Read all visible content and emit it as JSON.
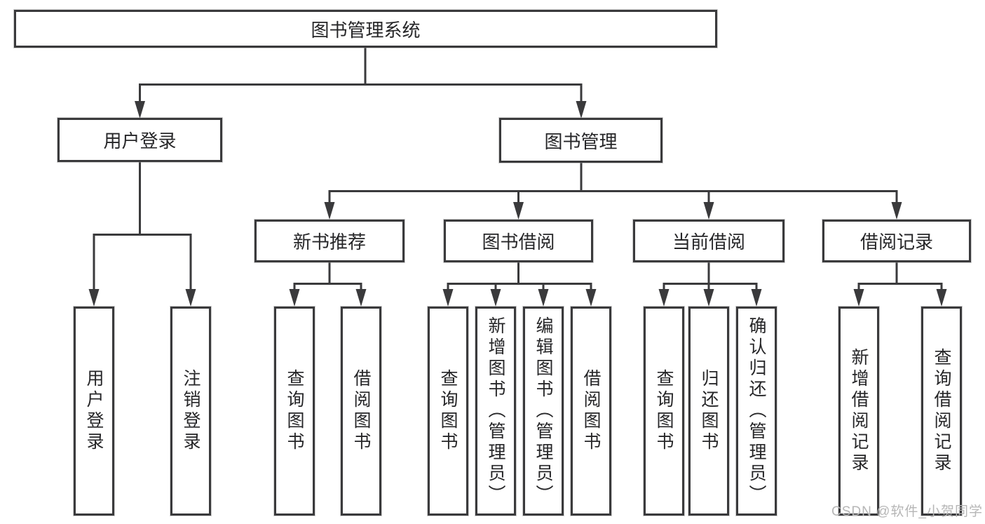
{
  "diagram": {
    "root": {
      "label": "图书管理系统"
    },
    "user_login": {
      "label": "用户登录",
      "children": {
        "login": {
          "label": "用户登录"
        },
        "logout": {
          "label": "注销登录"
        }
      }
    },
    "book_mgmt": {
      "label": "图书管理",
      "children": {
        "new_books": {
          "label": "新书推荐",
          "children": {
            "query": {
              "label": "查询图书"
            },
            "borrow": {
              "label": "借阅图书"
            }
          }
        },
        "book_borrow": {
          "label": "图书借阅",
          "children": {
            "query": {
              "label": "查询图书"
            },
            "add": {
              "label": "新增图书（管理员）"
            },
            "edit": {
              "label": "编辑图书（管理员）"
            },
            "borrow": {
              "label": "借阅图书"
            }
          }
        },
        "current_borrow": {
          "label": "当前借阅",
          "children": {
            "query": {
              "label": "查询图书"
            },
            "return": {
              "label": "归还图书"
            },
            "confirm": {
              "label": "确认归还（管理员）"
            }
          }
        },
        "borrow_records": {
          "label": "借阅记录",
          "children": {
            "add": {
              "label": "新增借阅记录"
            },
            "query": {
              "label": "查询借阅记录"
            }
          }
        }
      }
    }
  },
  "watermark": {
    "text": "CSDN @软件_小贺同学"
  },
  "colors": {
    "line": "#3a3a3c",
    "box_border": "#3a3a3c",
    "box_fill": "#ffffff",
    "text": "#262628",
    "watermark": "#b6b6b6",
    "background": "#ffffff"
  }
}
